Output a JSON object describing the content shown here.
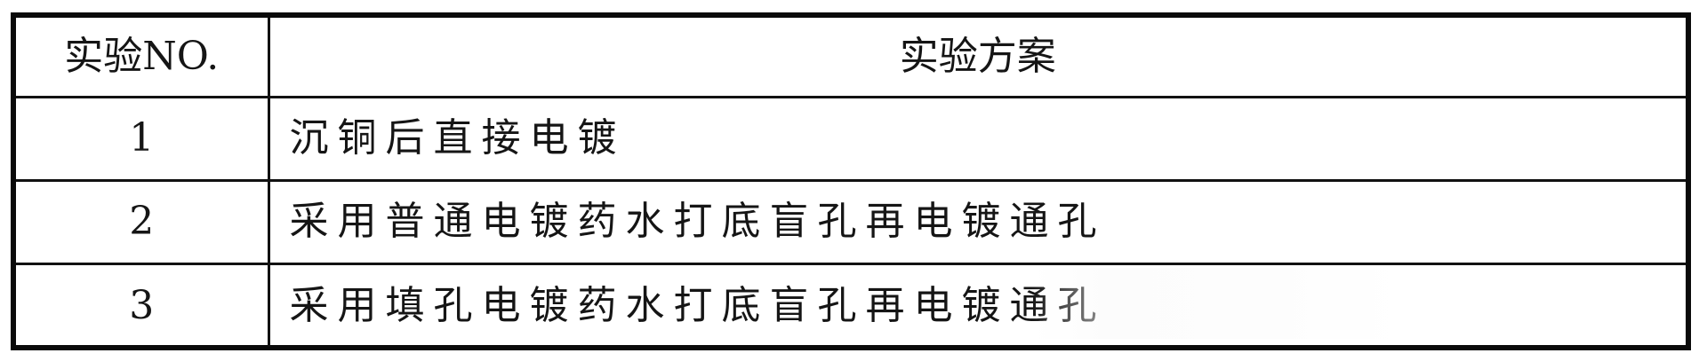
{
  "table": {
    "headers": [
      "实验NO.",
      "实验方案"
    ],
    "rows": [
      {
        "no": "1",
        "scheme": "沉铜后直接电镀"
      },
      {
        "no": "2",
        "scheme": "采用普通电镀药水打底盲孔再电镀通孔"
      },
      {
        "no": "3",
        "scheme": "采用填孔电镀药水打底盲孔再电镀通孔"
      }
    ]
  },
  "colors": {
    "border": "#0a0a0a",
    "text": "#151515",
    "background": "#ffffff"
  }
}
